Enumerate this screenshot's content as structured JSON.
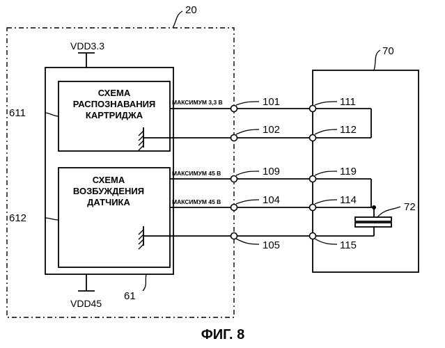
{
  "figure": {
    "caption": "ФИГ. 8",
    "printer_ref": "20",
    "cartridge_ref": "70",
    "circuit_block_ref": "61",
    "detect_circuit_ref": "611",
    "drive_circuit_ref": "612",
    "sensor_ref": "72",
    "vdd_top": "VDD3.3",
    "vdd_bottom": "VDD45",
    "detect_circuit_lines": [
      "СХЕМА",
      "РАСПОЗНАВАНИЯ",
      "КАРТРИДЖА"
    ],
    "drive_circuit_lines": [
      "СХЕМА",
      "ВОЗБУЖДЕНИЯ",
      "ДАТЧИКА"
    ],
    "terminals_left": [
      "101",
      "102",
      "109",
      "104",
      "105"
    ],
    "terminals_right": [
      "111",
      "112",
      "119",
      "114",
      "115"
    ],
    "wire_labels": [
      "МАКСИМУМ 3,3 В",
      "МАКСИМУМ 45 В",
      "МАКСИМУМ 45 В"
    ]
  }
}
